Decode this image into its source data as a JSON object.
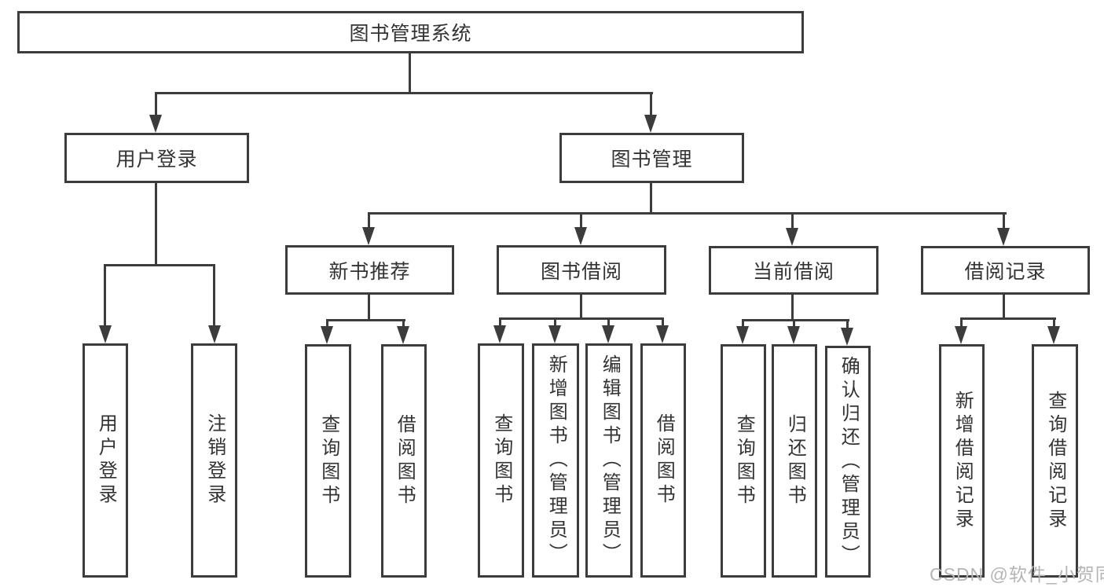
{
  "tree": {
    "root": {
      "label": "图书管理系统"
    },
    "branches": [
      {
        "label": "用户登录",
        "leaves": [
          {
            "label": "用户登录"
          },
          {
            "label": "注销登录"
          }
        ]
      },
      {
        "label": "图书管理",
        "groups": [
          {
            "label": "新书推荐",
            "leaves": [
              {
                "label": "查询图书"
              },
              {
                "label": "借阅图书"
              }
            ]
          },
          {
            "label": "图书借阅",
            "leaves": [
              {
                "label": "查询图书"
              },
              {
                "label": "新增图书（管理员）"
              },
              {
                "label": "编辑图书（管理员）"
              },
              {
                "label": "借阅图书"
              }
            ]
          },
          {
            "label": "当前借阅",
            "leaves": [
              {
                "label": "查询图书"
              },
              {
                "label": "归还图书"
              },
              {
                "label": "确认归还（管理员）"
              }
            ]
          },
          {
            "label": "借阅记录",
            "leaves": [
              {
                "label": "新增借阅记录"
              },
              {
                "label": "查询借阅记录"
              }
            ]
          }
        ]
      }
    ]
  },
  "watermark": {
    "text": "CSDN @软件_小贺同学"
  },
  "colors": {
    "line": "#3c3c3c",
    "box_border": "#3c3c3c",
    "text": "#333333",
    "watermark": "#b5b5b5",
    "background": "#ffffff"
  }
}
